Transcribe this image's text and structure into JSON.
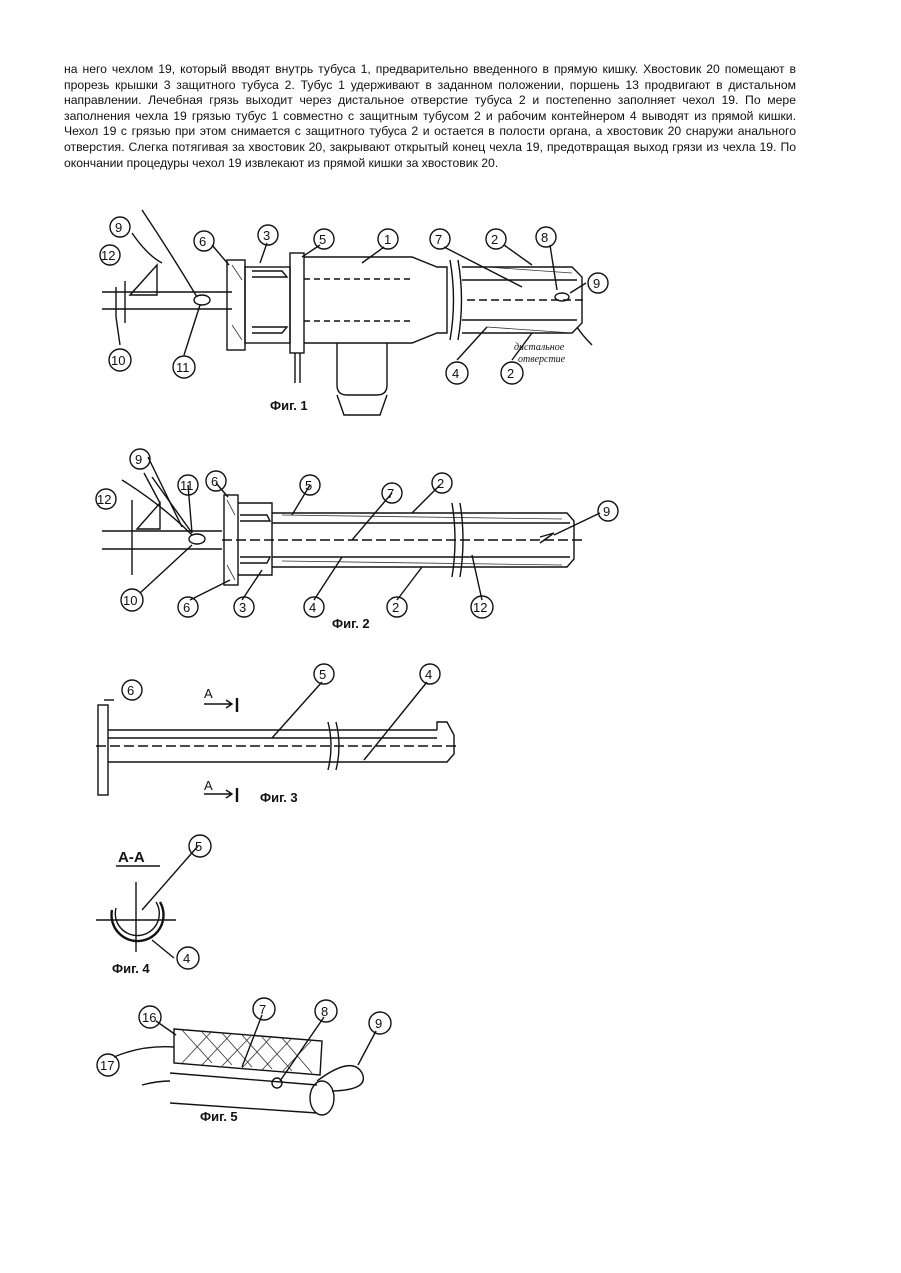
{
  "text": {
    "paragraph": "на него чехлом 19, который вводят внутрь тубуса 1, предварительно введенного в прямую кишку. Хвостовик 20 помещают в прорезь крышки 3 защитного тубуса 2. Тубус 1 удерживают в заданном положении, поршень 13 продвигают в дистальном направлении. Лечебная грязь выходит через дистальное отверстие тубуса 2 и постепенно заполняет чехол 19. По мере заполнения чехла 19 грязью тубус 1 совместно с защитным тубусом 2 и рабочим контейнером 4 выводят из прямой кишки. Чехол 19 с грязью при этом снимается с защитного тубуса 2 и остается в полости органа, а хвостовик 20 снаружи анального отверстия. Слегка потягивая за хвостовик 20, закрывают открытый конец чехла 19, предотвращая выход грязи из чехла 19. По окончании процедуры чехол 19 извлекают из прямой кишки за хвостовик 20."
  },
  "fig1": {
    "caption": "Фиг. 1",
    "labels": [
      "9",
      "12",
      "6",
      "3",
      "5",
      "1",
      "7",
      "2",
      "8",
      "9",
      "10",
      "11",
      "4",
      "2"
    ],
    "note_line1": "дистальное",
    "note_line2": "отверстие"
  },
  "fig2": {
    "caption": "Фиг. 2",
    "labels": [
      "9",
      "11",
      "6",
      "5",
      "7",
      "2",
      "12",
      "9",
      "10",
      "6",
      "3",
      "4",
      "2",
      "12"
    ]
  },
  "fig3": {
    "caption": "Фиг. 3",
    "labels": [
      "6",
      "5",
      "4"
    ],
    "section_mark": "А"
  },
  "fig4": {
    "caption": "Фиг. 4",
    "section_title": "А-А",
    "labels": [
      "5",
      "4"
    ]
  },
  "fig5": {
    "caption": "Фиг. 5",
    "labels": [
      "16",
      "7",
      "8",
      "9",
      "17"
    ]
  }
}
